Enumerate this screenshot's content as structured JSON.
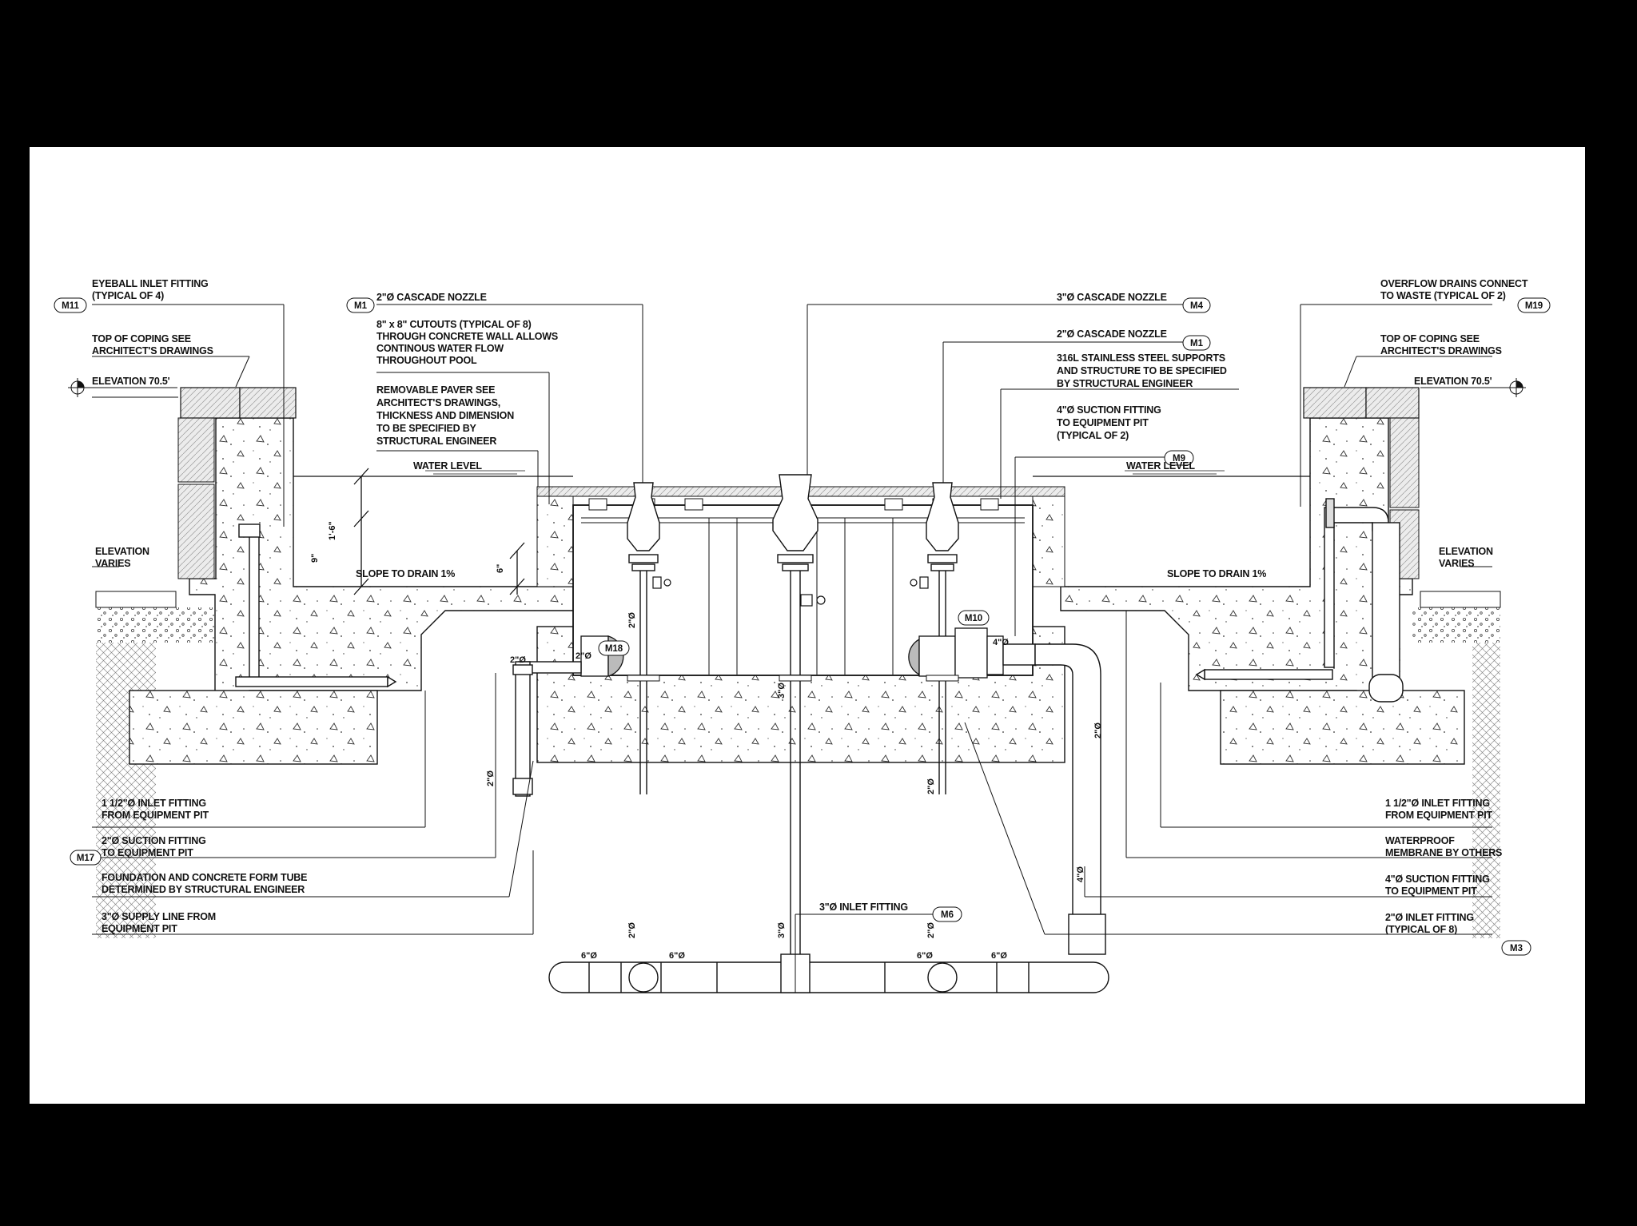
{
  "labels": {
    "eyeball_l1": "EYEBALL INLET FITTING",
    "eyeball_l2": "(TYPICAL OF 4)",
    "coping_l_l1": "TOP OF COPING SEE",
    "coping_l_l2": "ARCHITECT'S DRAWINGS",
    "elev_l": "ELEVATION 70.5'",
    "elev_var_l1": "ELEVATION",
    "elev_var_l2": "VARIES",
    "cascade2_l": "2\"Ø CASCADE NOZZLE",
    "cutouts_l1": "8\" x 8\" CUTOUTS (TYPICAL OF 8)",
    "cutouts_l2": "THROUGH CONCRETE WALL ALLOWS",
    "cutouts_l3": "CONTINOUS WATER FLOW",
    "cutouts_l4": "THROUGHOUT POOL",
    "paver_l1": "REMOVABLE PAVER SEE",
    "paver_l2": "ARCHITECT'S DRAWINGS,",
    "paver_l3": "THICKNESS AND DIMENSION",
    "paver_l4": "TO BE SPECIFIED BY",
    "paver_l5": "STRUCTURAL ENGINEER",
    "water_level": "WATER LEVEL",
    "slope": "SLOPE TO DRAIN 1%",
    "cascade3_r": "3\"Ø CASCADE NOZZLE",
    "cascade2_r": "2\"Ø CASCADE NOZZLE",
    "ss_l1": "316L STAINLESS STEEL SUPPORTS",
    "ss_l2": "AND STRUCTURE TO BE SPECIFIED",
    "ss_l3": "BY STRUCTURAL ENGINEER",
    "suction4_l1": "4\"Ø SUCTION FITTING",
    "suction4_l2": "TO EQUIPMENT PIT",
    "suction4_l3": "(TYPICAL OF 2)",
    "overflow_l1": "OVERFLOW DRAINS CONNECT",
    "overflow_l2": "TO WASTE (TYPICAL OF 2)",
    "inlet112_l1": "1 1/2\"Ø INLET FITTING",
    "inlet112_l2": "FROM EQUIPMENT PIT",
    "suction2_l1": "2\"Ø SUCTION FITTING",
    "suction2_l2": "TO EQUIPMENT PIT",
    "foundation_l1": "FOUNDATION AND CONCRETE FORM TUBE",
    "foundation_l2": "DETERMINED BY STRUCTURAL ENGINEER",
    "supply_l1": "3\"Ø SUPPLY LINE FROM",
    "supply_l2": "EQUIPMENT PIT",
    "inlet3_l": "3\"Ø INLET FITTING",
    "waterproof_l1": "WATERPROOF",
    "waterproof_l2": "MEMBRANE BY OTHERS",
    "suction4b_l1": "4\"Ø SUCTION FITTING",
    "suction4b_l2": "TO EQUIPMENT PIT",
    "inlet2_l1": "2\"Ø INLET FITTING",
    "inlet2_l2": "(TYPICAL OF 8)"
  },
  "tags": {
    "m11": "M11",
    "m1": "M1",
    "m4": "M4",
    "m1b": "M1",
    "m19": "M19",
    "m9": "M9",
    "m18": "M18",
    "m10": "M10",
    "m17": "M17",
    "m6": "M6",
    "m3": "M3"
  },
  "dims": {
    "d9": "9\"",
    "d16": "1'-6\"",
    "d6": "6\"",
    "d2a": "2\"Ø",
    "d2b": "2\"Ø",
    "d2c": "2\"Ø",
    "d2d": "2\"Ø",
    "d3a": "3\"Ø",
    "d2e": "2\"Ø",
    "d3b": "3\"Ø",
    "d2f": "2\"Ø",
    "d4a": "4\"Ø",
    "d4b": "4\"Ø",
    "d6a": "6\"Ø",
    "d6b": "6\"Ø",
    "d6c": "6\"Ø",
    "d6d": "6\"Ø",
    "d2g": "2\"Ø",
    "d2h": "2\"Ø"
  }
}
